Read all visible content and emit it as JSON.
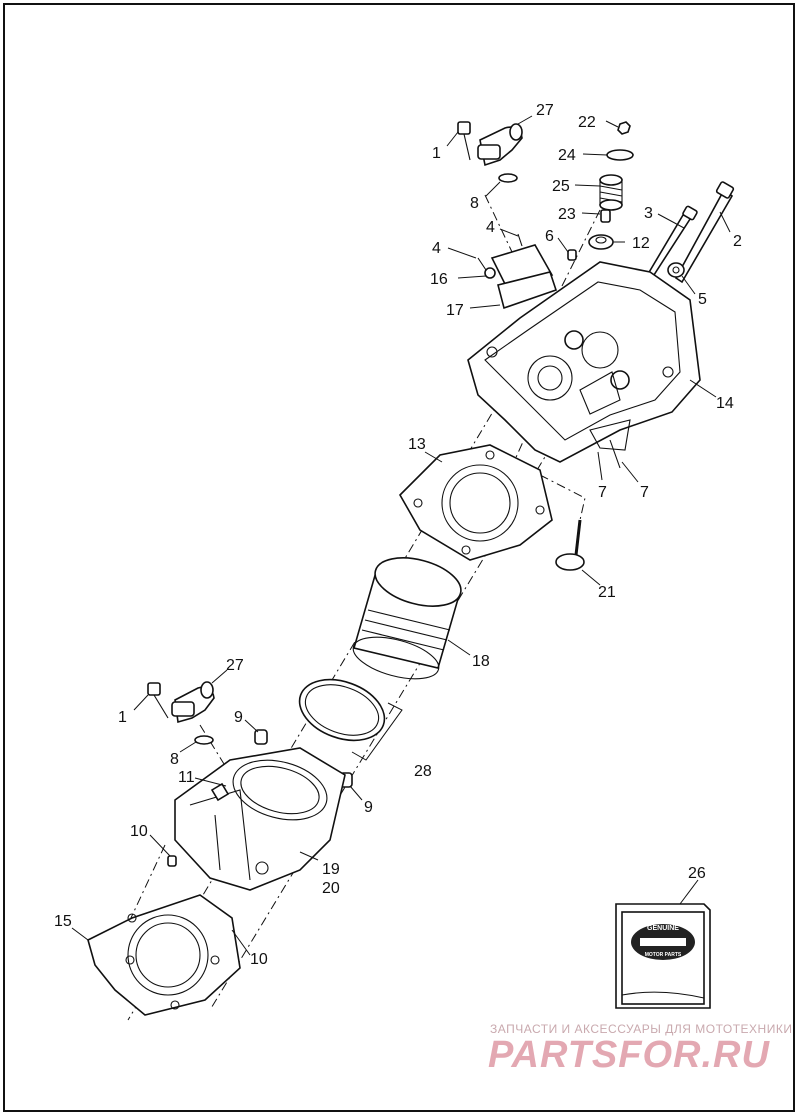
{
  "callouts": [
    {
      "id": "c1a",
      "label": "1"
    },
    {
      "id": "c27a",
      "label": "27"
    },
    {
      "id": "c8a",
      "label": "8"
    },
    {
      "id": "c4a",
      "label": "4"
    },
    {
      "id": "c4b",
      "label": "4"
    },
    {
      "id": "c16",
      "label": "16"
    },
    {
      "id": "c17",
      "label": "17"
    },
    {
      "id": "c6",
      "label": "6"
    },
    {
      "id": "c22",
      "label": "22"
    },
    {
      "id": "c24",
      "label": "24"
    },
    {
      "id": "c25",
      "label": "25"
    },
    {
      "id": "c23",
      "label": "23"
    },
    {
      "id": "c12",
      "label": "12"
    },
    {
      "id": "c3",
      "label": "3"
    },
    {
      "id": "c2",
      "label": "2"
    },
    {
      "id": "c5",
      "label": "5"
    },
    {
      "id": "c14",
      "label": "14"
    },
    {
      "id": "c13",
      "label": "13"
    },
    {
      "id": "c7a",
      "label": "7"
    },
    {
      "id": "c7b",
      "label": "7"
    },
    {
      "id": "c21",
      "label": "21"
    },
    {
      "id": "c18",
      "label": "18"
    },
    {
      "id": "c27b",
      "label": "27"
    },
    {
      "id": "c1b",
      "label": "1"
    },
    {
      "id": "c9a",
      "label": "9"
    },
    {
      "id": "c8b",
      "label": "8"
    },
    {
      "id": "c11",
      "label": "11"
    },
    {
      "id": "c9b",
      "label": "9"
    },
    {
      "id": "c28",
      "label": "28"
    },
    {
      "id": "c10a",
      "label": "10"
    },
    {
      "id": "c19",
      "label": "19"
    },
    {
      "id": "c20",
      "label": "20"
    },
    {
      "id": "c15",
      "label": "15"
    },
    {
      "id": "c10b",
      "label": "10"
    },
    {
      "id": "c26",
      "label": "26"
    }
  ],
  "box_label": {
    "line1": "GENUINE",
    "line2": "MOTOR PARTS"
  },
  "watermark": {
    "top": "ЗАПЧАСТИ И АКСЕССУАРЫ ДЛЯ МОТОТЕХНИКИ",
    "logo": "PARTSFOR.RU"
  }
}
